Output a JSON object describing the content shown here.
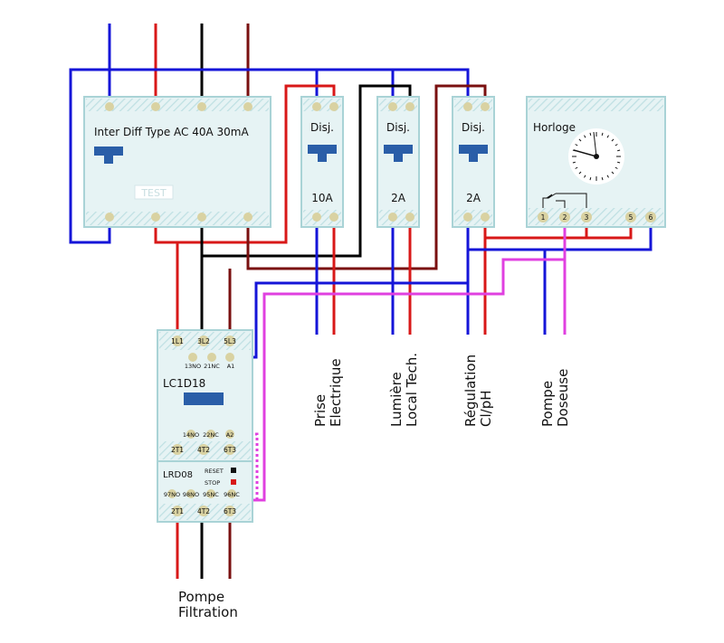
{
  "main_switch": {
    "label": "Inter Diff Type AC 40A 30mA",
    "test_label": "TEST"
  },
  "breakers": [
    {
      "name": "Disj.",
      "rating": "10A"
    },
    {
      "name": "Disj.",
      "rating": "2A"
    },
    {
      "name": "Disj.",
      "rating": "2A"
    }
  ],
  "timer": {
    "label": "Horloge",
    "terminals": [
      "1",
      "2",
      "3",
      "5",
      "6"
    ]
  },
  "contactor": {
    "model": "LC1D18",
    "top_terminals": [
      "1L1",
      "3L2",
      "5L3"
    ],
    "aux_top": [
      "13NO",
      "21NC",
      "A1"
    ],
    "aux_bottom": [
      "14NO",
      "22NC",
      "A2"
    ],
    "bottom_terminals": [
      "2T1",
      "4T2",
      "6T3"
    ]
  },
  "relay": {
    "model": "LRD08",
    "reset_label": "RESET",
    "stop_label": "STOP",
    "aux_terminals": [
      "97NO",
      "98NO",
      "95NC",
      "96NC"
    ],
    "bottom_terminals": [
      "2T1",
      "4T2",
      "6T3"
    ]
  },
  "outputs": [
    {
      "line1": "Prise",
      "line2": "Electrique"
    },
    {
      "line1": "Lumière",
      "line2": "Local Tech."
    },
    {
      "line1": "Régulation",
      "line2": "Cl/pH"
    },
    {
      "line1": "Pompe",
      "line2": "Doseuse"
    }
  ],
  "pump_label": {
    "line1": "Pompe",
    "line2": "Filtration"
  },
  "colors": {
    "neutral": "#1515d8",
    "phase": "#d81818",
    "black": "#000000",
    "brown": "#7a1010",
    "magenta": "#e040e0",
    "module_fill": "#e6f3f4",
    "module_border": "#a9d3d6",
    "terminal": "#d9d2a2",
    "handle": "#2a5ea8"
  }
}
